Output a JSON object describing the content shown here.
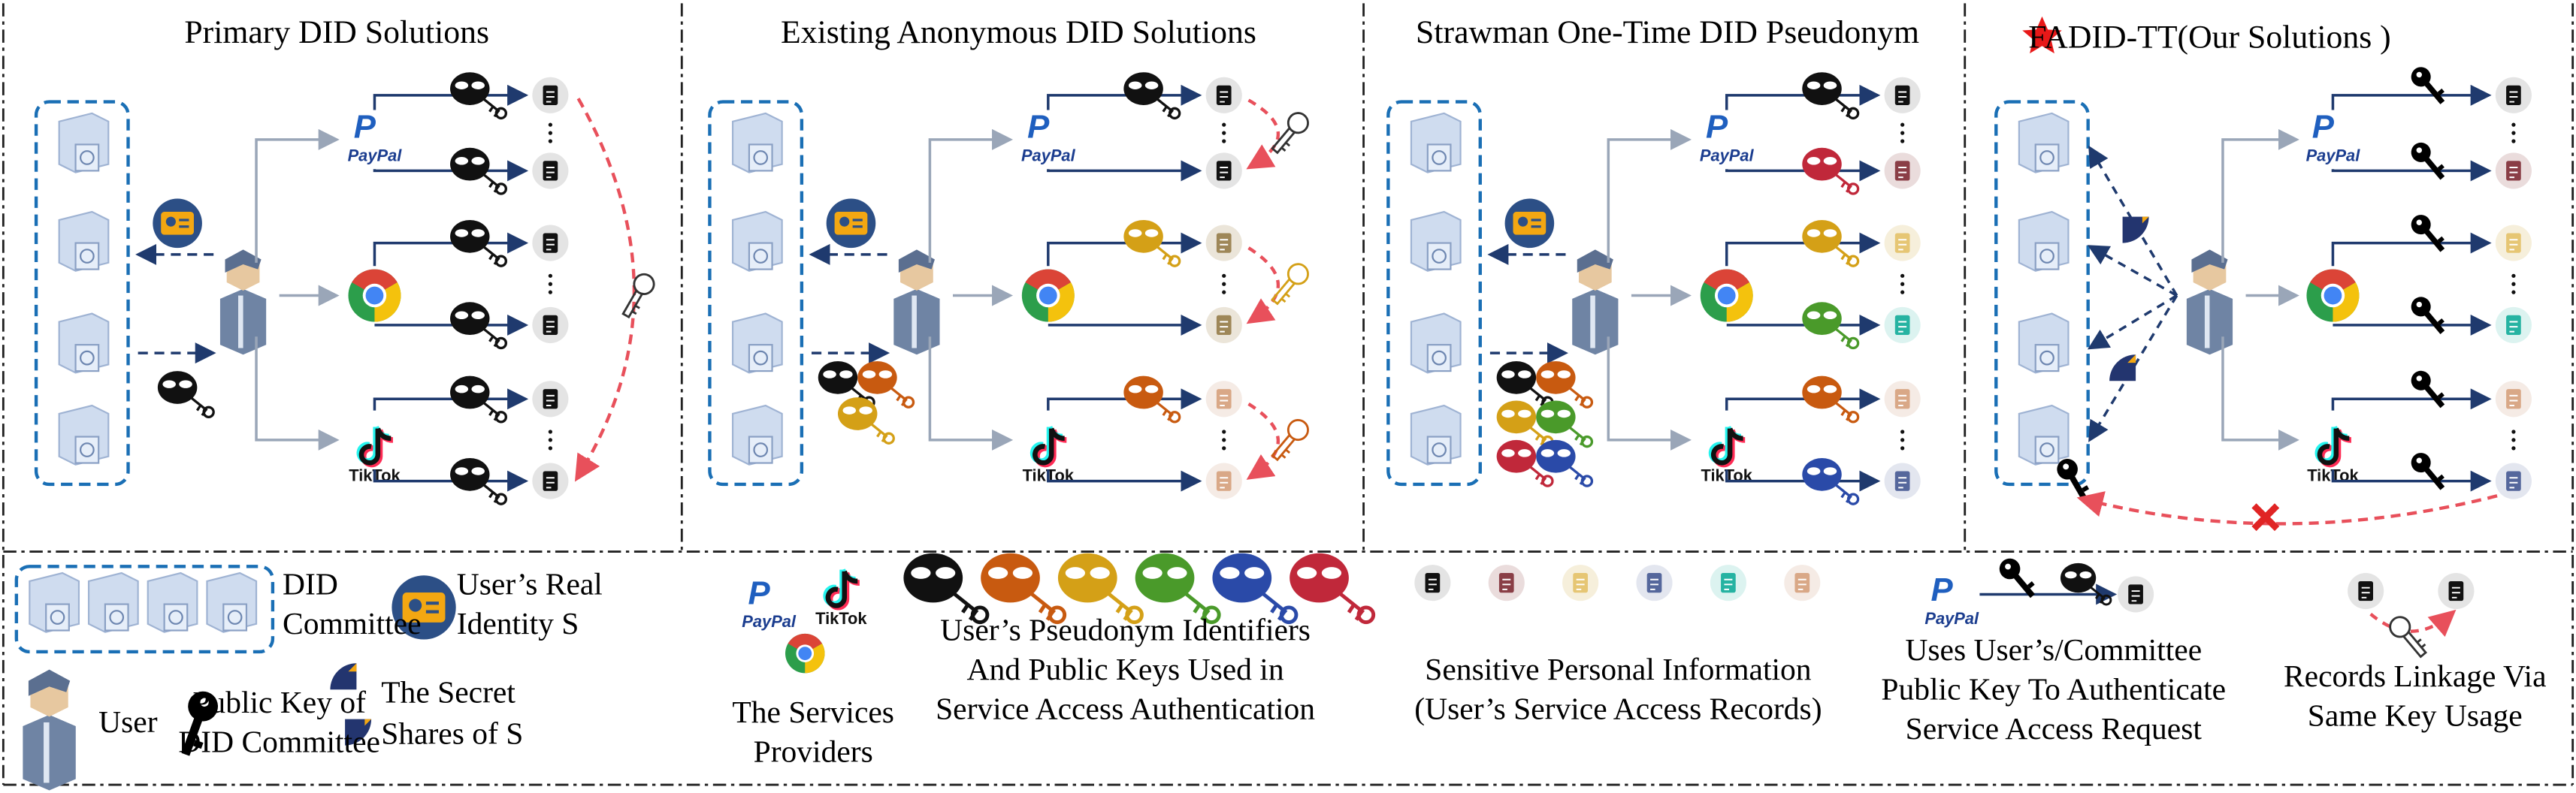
{
  "panels": [
    {
      "title": "Primary DID Solutions"
    },
    {
      "title": "Existing Anonymous DID Solutions"
    },
    {
      "title": "Strawman One-Time DID Pseudonym"
    },
    {
      "title": "FADID-TT(Our Solutions )"
    }
  ],
  "providers": {
    "paypal": "PayPal",
    "tiktok": "TikTok",
    "chrome": "chrome-icon"
  },
  "legend": {
    "committee": [
      "DID",
      "Committee"
    ],
    "identity": [
      "User’s Real",
      "Identity S"
    ],
    "user": "User",
    "public_key": [
      "Public Key of",
      "DID Committee"
    ],
    "shares": [
      "The Secret",
      "Shares of S"
    ],
    "providers": [
      "The Services",
      "Providers"
    ],
    "pseudonyms": [
      "User’s Pseudonym Identifiers",
      "And Public Keys Used in",
      "Service Access Authentication"
    ],
    "records": [
      "Sensitive Personal Information",
      "(User’s Service Access Records)"
    ],
    "auth": [
      "Uses User’s/Committee",
      "Public Key To Authenticate",
      "Service Access Request"
    ],
    "linkage": [
      "Records Linkage Via",
      "Same Key Usage"
    ]
  },
  "colors": {
    "mask_black": "#111111",
    "mask_orange": "#c85a10",
    "mask_gold": "#d4a017",
    "mask_green": "#4a9a2a",
    "mask_blue": "#2a4aa8",
    "mask_red": "#c0283a",
    "arrow_dark": "#1f3a6e",
    "arrow_gray": "#9aa6b8",
    "link_red": "#e8505b",
    "committee_blue": "#1a6fb5",
    "star_red": "#e81818"
  }
}
